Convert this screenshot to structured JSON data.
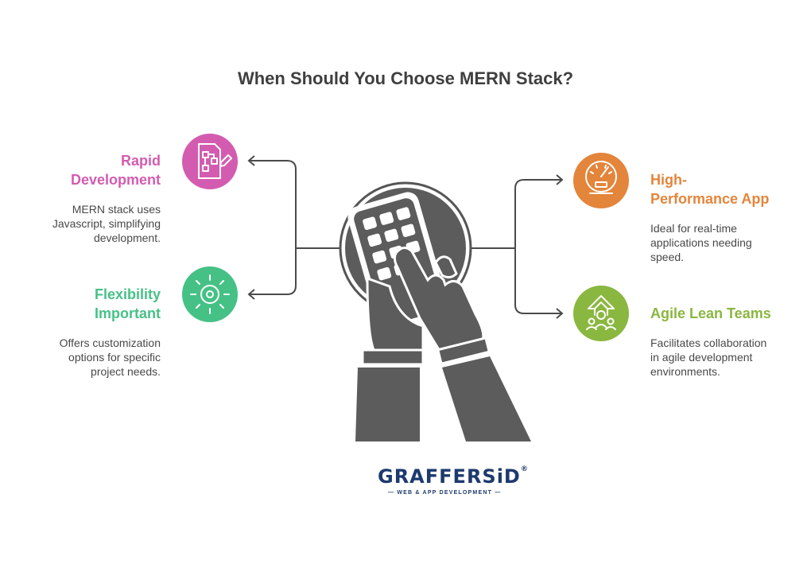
{
  "title": "When Should You Choose MERN Stack?",
  "items": [
    {
      "heading_lines": [
        "Rapid",
        "Development"
      ],
      "description_lines": [
        "MERN stack uses",
        "Javascript, simplifying",
        "development."
      ],
      "color": "#d35cb0",
      "icon": "flowchart-edit-icon"
    },
    {
      "heading_lines": [
        "Flexibility",
        "Important"
      ],
      "description_lines": [
        "Offers customization",
        "options for specific",
        "project needs."
      ],
      "color": "#46c186",
      "icon": "gear-icon"
    },
    {
      "heading_lines": [
        "High-",
        "Performance App"
      ],
      "description_lines": [
        "Ideal for real-time",
        "applications needing",
        "speed."
      ],
      "color": "#e3853b",
      "icon": "speedometer-icon"
    },
    {
      "heading_lines": [
        "Agile Lean Teams"
      ],
      "description_lines": [
        "Facilitates collaboration",
        "in agile development",
        "environments."
      ],
      "color": "#8ab740",
      "icon": "team-growth-icon"
    }
  ],
  "center": {
    "icon": "hand-tapping-keypad-icon",
    "color": "#5c5c5c"
  },
  "logo": {
    "wordmark": "GRAFFERSiD",
    "registered": "®",
    "tagline": "— WEB & APP DEVELOPMENT —"
  }
}
